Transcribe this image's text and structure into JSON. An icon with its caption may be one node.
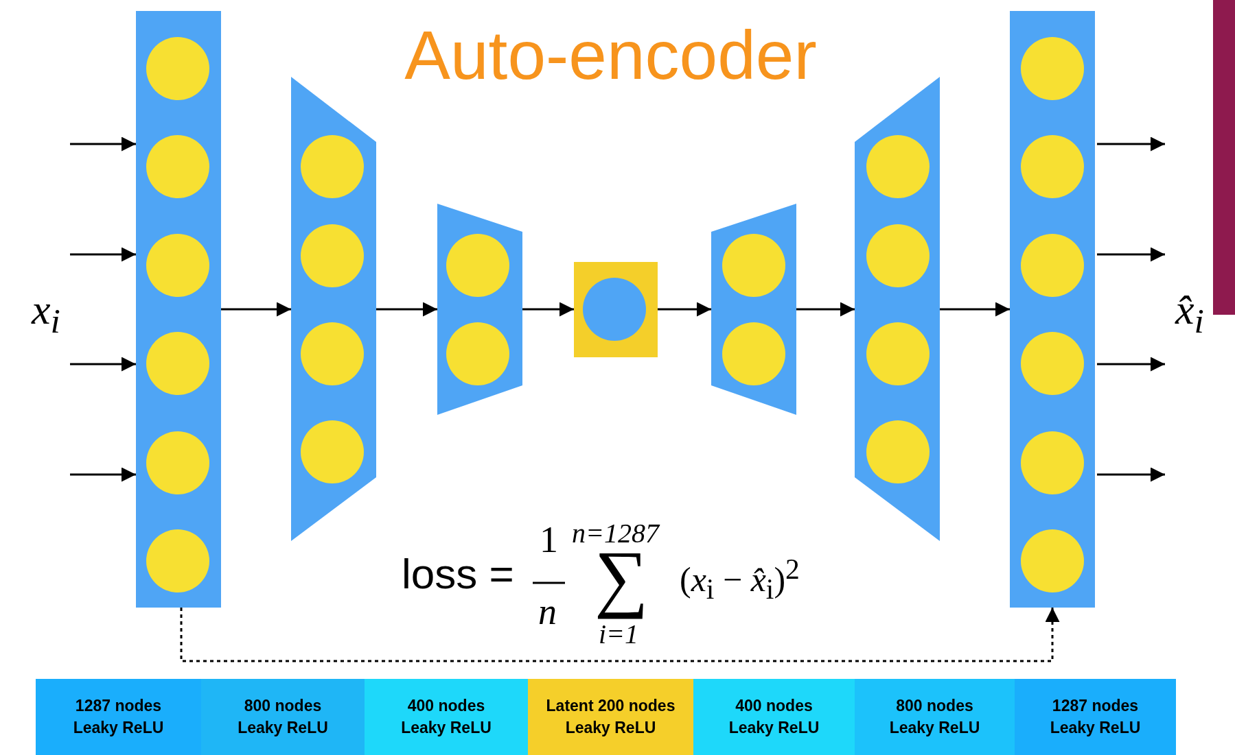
{
  "diagram": {
    "title": "Auto-encoder",
    "nodes": [
      {
        "text": [],
        "shape": "box"
      },
      {
        "text": [],
        "shape": "circle",
        "in": 0
      },
      {
        "text": [],
        "shape": "circle",
        "in": 0
      },
      {
        "text": [],
        "shape": "circle",
        "in": 0
      },
      {
        "text": [],
        "shape": "circle",
        "in": 0
      },
      {
        "text": [],
        "shape": "circle",
        "in": 0
      },
      {
        "text": [],
        "shape": "circle",
        "in": 0
      },
      {
        "text": [],
        "shape": "trapezoid"
      },
      {
        "text": [],
        "shape": "circle",
        "in": 7
      },
      {
        "text": [],
        "shape": "circle",
        "in": 7
      },
      {
        "text": [],
        "shape": "circle",
        "in": 7
      },
      {
        "text": [],
        "shape": "circle",
        "in": 7
      },
      {
        "text": [],
        "shape": "trapezoid"
      },
      {
        "text": [],
        "shape": "circle",
        "in": 12
      },
      {
        "text": [],
        "shape": "circle",
        "in": 12
      },
      {
        "text": [],
        "shape": "box"
      },
      {
        "text": [],
        "shape": "circle",
        "in": 15
      },
      {
        "text": [],
        "shape": "trapezoid"
      },
      {
        "text": [],
        "shape": "circle",
        "in": 17
      },
      {
        "text": [],
        "shape": "circle",
        "in": 17
      },
      {
        "text": [],
        "shape": "trapezoid"
      },
      {
        "text": [],
        "shape": "circle",
        "in": 20
      },
      {
        "text": [],
        "shape": "circle",
        "in": 20
      },
      {
        "text": [],
        "shape": "circle",
        "in": 20
      },
      {
        "text": [],
        "shape": "circle",
        "in": 20
      },
      {
        "text": [],
        "shape": "box"
      },
      {
        "text": [],
        "shape": "circle",
        "in": 25
      },
      {
        "text": [],
        "shape": "circle",
        "in": 25
      },
      {
        "text": [],
        "shape": "circle",
        "in": 25
      },
      {
        "text": [],
        "shape": "circle",
        "in": 25
      },
      {
        "text": [],
        "shape": "circle",
        "in": 25
      },
      {
        "text": [],
        "shape": "circle",
        "in": 25
      },
      {
        "text": [
          "1287 nodes Leaky ReLU"
        ]
      },
      {
        "text": [
          "800 nodes Leaky ReLU"
        ]
      },
      {
        "text": [
          "400 nodes Leaky ReLU"
        ]
      },
      {
        "text": [
          "Latent 200 nodes Leaky ReLU"
        ]
      },
      {
        "text": [
          "400 nodes Leaky ReLU"
        ]
      },
      {
        "text": [
          "800 nodes Leaky ReLU"
        ]
      },
      {
        "text": [
          "1287 nodes Leaky ReLU"
        ]
      }
    ],
    "edges": [
      {
        "from": null,
        "to": 0,
        "arrow": "to"
      },
      {
        "from": null,
        "to": 0,
        "arrow": "to"
      },
      {
        "from": null,
        "to": 0,
        "arrow": "to"
      },
      {
        "from": null,
        "to": 0,
        "arrow": "to"
      },
      {
        "from": 0,
        "to": 7,
        "arrow": "to"
      },
      {
        "from": 7,
        "to": 12,
        "arrow": "to"
      },
      {
        "from": 12,
        "to": 15,
        "arrow": "to"
      },
      {
        "from": 15,
        "to": 17,
        "arrow": "to"
      },
      {
        "from": 17,
        "to": 20,
        "arrow": "to"
      },
      {
        "from": 20,
        "to": 25,
        "arrow": "to"
      },
      {
        "from": 25,
        "to": null,
        "arrow": "to"
      },
      {
        "from": 25,
        "to": null,
        "arrow": "to"
      },
      {
        "from": 25,
        "to": null,
        "arrow": "to"
      },
      {
        "from": 25,
        "to": null,
        "arrow": "to"
      },
      {
        "from": 0,
        "to": 25,
        "arrow": "to",
        "style": "dashed"
      }
    ],
    "labels": [
      "x$_{i}$",
      "x̂$_{i}$",
      "loss =",
      "1",
      "n",
      "n=1287",
      "∑",
      "i=1",
      "(*x*$_{i}$ − *x̂*$_{i}$)$^{2}$"
    ]
  }
}
